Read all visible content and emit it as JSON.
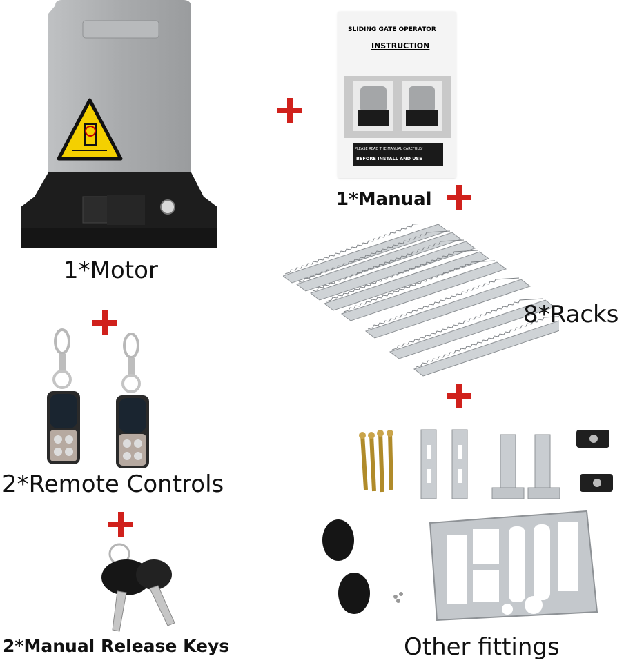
{
  "labels": {
    "motor": "1*Motor",
    "manual": "1*Manual",
    "racks": "8*Racks",
    "remotes": "2*Remote Controls",
    "keys": "2*Manual Release Keys",
    "fittings": "Other fittings"
  },
  "manual_cover": {
    "title": "SLIDING GATE OPERATOR",
    "subtitle": "INSTRUCTION",
    "notice_line1": "PLEASE READ THE MANUAL CAREFULLY",
    "notice_line2": "BEFORE INSTALL AND USE"
  },
  "colors": {
    "plus": "#d0211c",
    "motor_body": "#a7a9ab",
    "motor_base": "#1c1c1c",
    "warning": "#f4d000",
    "metal": "#c9cdd1"
  },
  "icons": [
    "warning-triangle-icon",
    "plus-icon"
  ]
}
